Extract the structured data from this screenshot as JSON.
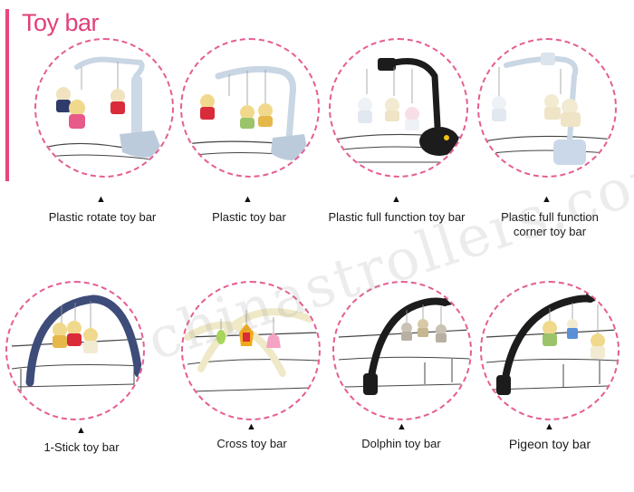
{
  "header": {
    "title": "Toy bar"
  },
  "watermark": "chinastrollers.com",
  "arrow_glyph": "▲",
  "items": [
    {
      "id": "plastic-rotate",
      "label": "Plastic rotate toy bar",
      "label2": ""
    },
    {
      "id": "plastic",
      "label": "Plastic toy bar",
      "label2": ""
    },
    {
      "id": "plastic-full-function",
      "label": "Plastic full function toy bar",
      "label2": ""
    },
    {
      "id": "plastic-full-function-corner",
      "label": "Plastic full function",
      "label2": "corner toy bar"
    },
    {
      "id": "one-stick",
      "label": "1-Stick toy bar",
      "label2": ""
    },
    {
      "id": "cross",
      "label": "Cross toy bar",
      "label2": ""
    },
    {
      "id": "dolphin",
      "label": "Dolphin toy bar",
      "label2": ""
    },
    {
      "id": "pigeon",
      "label": "Pigeon toy bar",
      "label2": ""
    }
  ],
  "colors": {
    "accent": "#e8457a",
    "circle_border": "#e55e93",
    "plastic_bar": "#c9d6e4",
    "black_bar": "#1c1c1c",
    "navy_bar": "#3d4c78",
    "cream_bar": "#efe9c8"
  }
}
